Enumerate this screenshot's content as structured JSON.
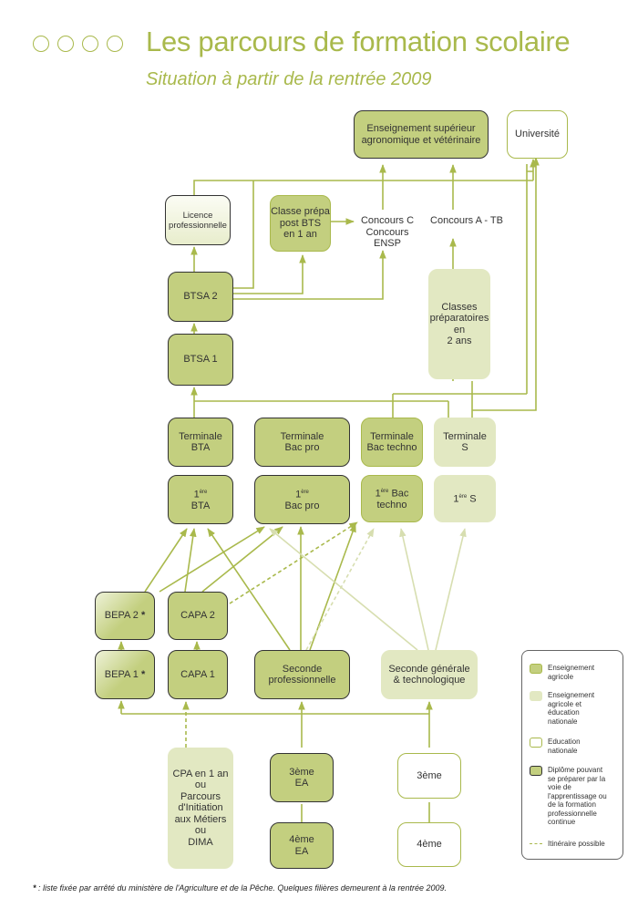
{
  "header": {
    "title": "Les parcours de formation scolaire",
    "subtitle": "Situation à partir de la rentrée 2009"
  },
  "nodes": {
    "enseignement_superieur": "Enseignement supérieur\nagronomique et vétérinaire",
    "universite": "Université",
    "licence_pro": "Licence\nprofessionnelle",
    "classe_prepa_bts": "Classe prépa\npost BTS\nen 1 an",
    "concours_c": "Concours C\nConcours ENSP",
    "concours_a": "Concours A - TB",
    "classes_preparatoires": "Classes\npréparatoires\nen\n2 ans",
    "btsa2": "BTSA 2",
    "btsa1": "BTSA 1",
    "terminale_bta": "Terminale\nBTA",
    "terminale_bacpro": "Terminale\nBac pro",
    "terminale_bactechno": "Terminale\nBac techno",
    "terminale_s": "Terminale\nS",
    "premiere_bta": "BTA",
    "premiere_bacpro": "Bac pro",
    "premiere_bactechno": " Bac\ntechno",
    "premiere_s": " S",
    "premiere_sup": "ère",
    "premiere_prefix": "1",
    "bepa2": "BEPA 2",
    "bepa1": "BEPA 1",
    "star": "*",
    "capa2": "CAPA 2",
    "capa1": "CAPA 1",
    "seconde_pro": "Seconde\nprofessionnelle",
    "seconde_gt": "Seconde générale\n& technologique",
    "cpa": "CPA en 1 an\nou\nParcours\nd'Initiation\naux Métiers\nou\nDIMA",
    "troisieme_ea": "3ème\nEA",
    "quatrieme_ea": "4ème\nEA",
    "troisieme": "3ème",
    "quatrieme": "4ème"
  },
  "legend": {
    "items": [
      {
        "label": "Enseignement\nagricole"
      },
      {
        "label": "Enseignement\nagricole et\néducation\nnationale"
      },
      {
        "label": "Education\nnationale"
      },
      {
        "label": "Diplôme pouvant\nse préparer par la\nvoie de\nl'apprentissage ou\nde la formation\nprofessionnelle\ncontinue"
      },
      {
        "label": "Itinéraire possible"
      }
    ]
  },
  "colors": {
    "agri": "#c3cf7f",
    "mix": "#e2e8c2",
    "accent": "#a9b94c",
    "dashed_light": "#d7deb0"
  },
  "footnote": {
    "star": "*",
    "text": " : liste fixée par arrêté du ministère de l'Agriculture et de la Pêche. Quelques filières demeurent à la rentrée 2009."
  }
}
